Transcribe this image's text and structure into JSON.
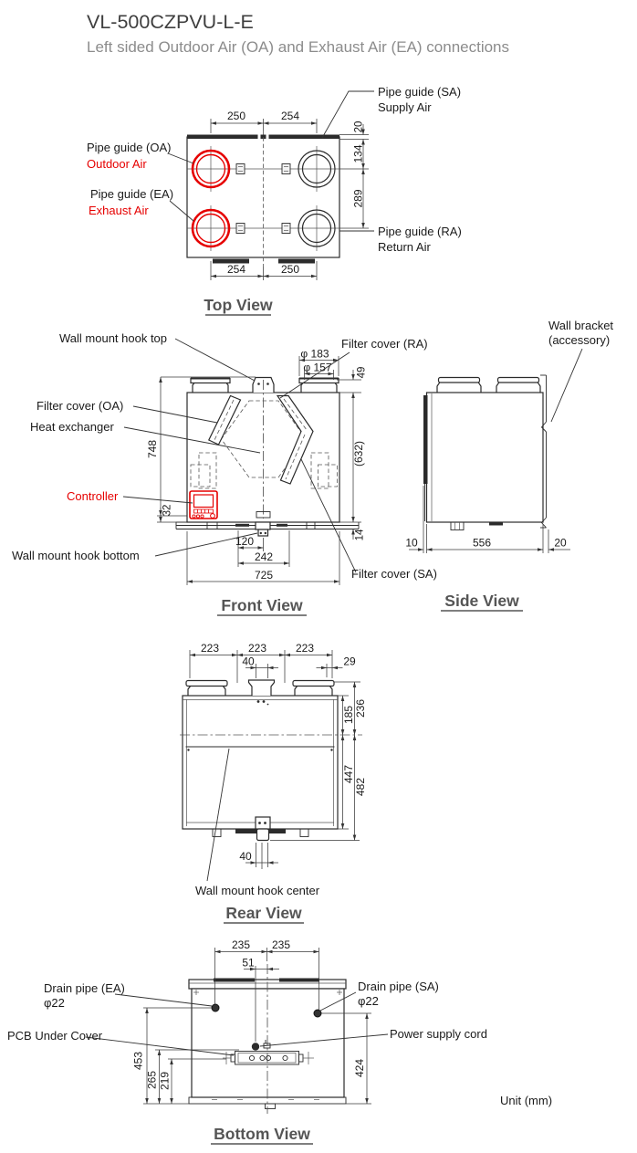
{
  "header": {
    "title": "VL-500CZPVU-L-E",
    "subtitle": "Left sided Outdoor Air (OA) and Exhaust Air (EA) connections"
  },
  "unit_note": "Unit (mm)",
  "top_view": {
    "title": "Top View",
    "labels": {
      "pipe_guide_sa": "Pipe guide (SA)",
      "supply_air": "Supply Air",
      "pipe_guide_oa": "Pipe guide (OA)",
      "outdoor_air": "Outdoor Air",
      "pipe_guide_ea": "Pipe guide (EA)",
      "exhaust_air": "Exhaust Air",
      "pipe_guide_ra": "Pipe guide (RA)",
      "return_air": "Return Air"
    },
    "dims": {
      "top_left": "250",
      "top_right": "254",
      "right_top": "20",
      "right_upper": "134",
      "right_lower": "289",
      "bottom_left": "254",
      "bottom_right": "250"
    }
  },
  "front_view": {
    "title": "Front View",
    "labels": {
      "hook_top": "Wall mount hook top",
      "filter_ra": "Filter cover (RA)",
      "filter_oa": "Filter cover (OA)",
      "heat_exchanger": "Heat exchanger",
      "controller": "Controller",
      "hook_bottom": "Wall mount hook bottom",
      "filter_sa": "Filter cover (SA)"
    },
    "dims": {
      "dia183": "φ 183",
      "dia157": "φ 157",
      "d49": "49",
      "d748": "748",
      "d632": "(632)",
      "d32": "32",
      "d14": "14",
      "d120": "120",
      "d242": "242",
      "d725": "725"
    }
  },
  "side_view": {
    "title": "Side View",
    "labels": {
      "bracket_line1": "Wall bracket",
      "bracket_line2": "(accessory)"
    },
    "dims": {
      "d10": "10",
      "d556": "556",
      "d20": "20"
    }
  },
  "rear_view": {
    "title": "Rear View",
    "labels": {
      "hook_center": "Wall mount hook center"
    },
    "dims": {
      "d223a": "223",
      "d223b": "223",
      "d223c": "223",
      "d40_top": "40",
      "d29": "29",
      "d185": "185",
      "d236": "236",
      "d447": "447",
      "d482": "482",
      "d40_bottom": "40"
    }
  },
  "bottom_view": {
    "title": "Bottom View",
    "labels": {
      "drain_ea": "Drain pipe (EA)",
      "drain_ea_dia": "φ22",
      "drain_sa": "Drain pipe (SA)",
      "drain_sa_dia": "φ22",
      "pcb": "PCB Under Cover",
      "power": "Power supply cord"
    },
    "dims": {
      "d235a": "235",
      "d235b": "235",
      "d51": "51",
      "d453": "453",
      "d265": "265",
      "d219": "219",
      "d424": "424"
    }
  },
  "colors": {
    "accent_red": "#e60000",
    "line": "#2b2b2b",
    "title_gray": "#555555",
    "header_gray": "#3f3f3f",
    "subtitle_gray": "#8c8c8c"
  }
}
